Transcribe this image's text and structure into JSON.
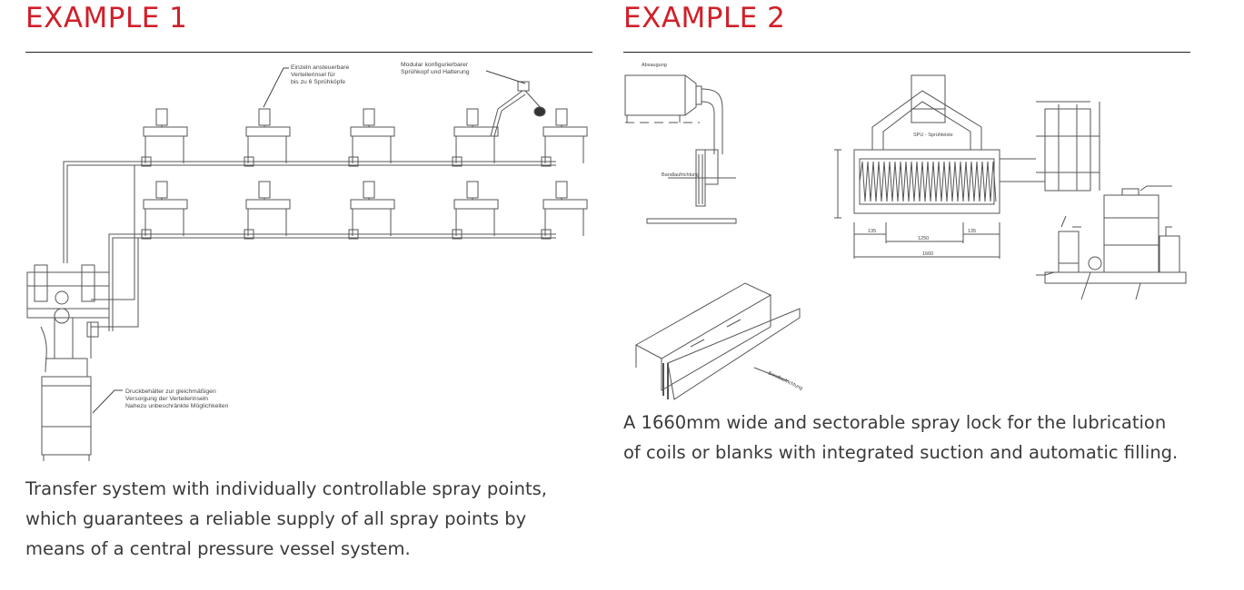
{
  "example1": {
    "title": "EXAMPLE 1",
    "labels": {
      "distributor": [
        "Einzeln ansteuerbare",
        "Verteilerinsel für",
        "bis zu 6 Sprühköpfe"
      ],
      "nozzle": [
        "Modular konfigurierbarer",
        "Sprühkopf und Halterung"
      ],
      "vessel": [
        "Druckbehälter zur gleichmäßigen",
        "Versorgung der Verteilerinseln",
        "Nahezu unbeschränkte Möglichkeiten"
      ]
    },
    "caption": [
      "Transfer system with individually controllable spray points,",
      "which guarantees a reliable supply of all spray points by",
      "means of a central pressure vessel system."
    ]
  },
  "example2": {
    "title": "EXAMPLE 2",
    "labels": {
      "suction": "Absaugung",
      "spu": "SPU - Sprühleiste",
      "direction": "Bandlaufrichtung",
      "dim_total": "1660",
      "dim_middle": "1250",
      "dim_left": "135",
      "dim_right": "135"
    },
    "caption": [
      "A 1660mm wide and sectorable spray lock for the lubrication",
      "of coils or blanks with integrated suction and automatic filling."
    ]
  },
  "colors": {
    "accent": "#d0202a",
    "text": "#3a3a3a",
    "line": "#555555"
  }
}
